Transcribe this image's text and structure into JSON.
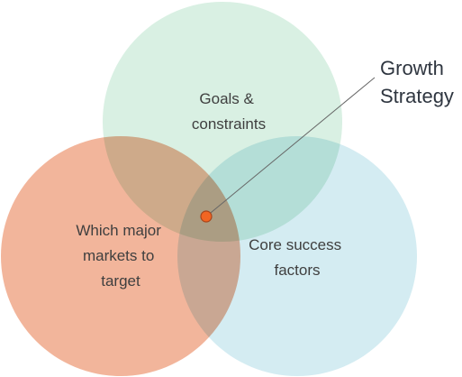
{
  "diagram": {
    "sets": [
      {
        "id": "goals",
        "lines": [
          "Goals &",
          "constraints"
        ],
        "color": "#d9f0e3"
      },
      {
        "id": "core",
        "lines": [
          "Core success",
          "factors"
        ],
        "color": "#d4ecf2"
      },
      {
        "id": "markets",
        "lines": [
          "Which major",
          "markets to",
          "target"
        ],
        "color": "#f2b59b"
      }
    ],
    "intersection": {
      "lines": [
        "Growth",
        "Strategy"
      ],
      "marker_color": "#f26522",
      "marker_stroke": "#a8451b",
      "leader_color": "#666666"
    }
  }
}
